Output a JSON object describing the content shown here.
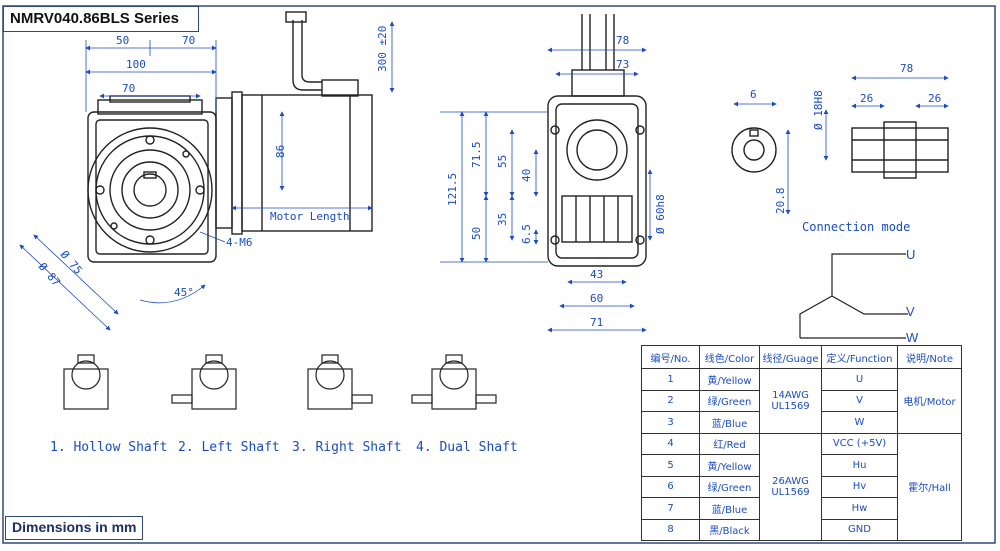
{
  "header": {
    "title": "NMRV040.86BLS Series"
  },
  "footer": {
    "note": "Dimensions in mm"
  },
  "front_view": {
    "dims": {
      "d50": "50",
      "d70_top": "70",
      "d100": "100",
      "d70_inner": "70",
      "d86": "86",
      "d300": "300 ±20",
      "motor_length": "Motor Length",
      "bolt": "4-M6",
      "d87": "Ø 87",
      "d75": "Ø 75",
      "ang45": "45°"
    }
  },
  "side_view": {
    "dims": {
      "d78": "78",
      "d73": "73",
      "d121": "121.5",
      "d71": "71.5",
      "d50": "50",
      "d55": "55",
      "d40": "40",
      "d35": "35",
      "d65": "6.5",
      "d60h8": "Ø 60h8",
      "d43": "43",
      "d60": "60",
      "d71b": "71"
    }
  },
  "hollow_shaft": {
    "dims": {
      "d6": "6",
      "d208": "20.8",
      "d18h8": "Ø 18H8",
      "d78": "78",
      "d26a": "26",
      "d26b": "26"
    },
    "connection_mode": "Connection mode"
  },
  "wiring": {
    "phases": [
      "U",
      "V",
      "W"
    ]
  },
  "shaft_options": [
    "1. Hollow Shaft",
    "2. Left Shaft",
    "3. Right Shaft",
    "4. Dual Shaft"
  ],
  "pinout_table": {
    "headers": [
      "编号/No.",
      "线色/Color",
      "线径/Guage",
      "定义/Function",
      "说明/Note"
    ],
    "rows": [
      {
        "no": "1",
        "color": "黄/Yellow",
        "function": "U"
      },
      {
        "no": "2",
        "color": "绿/Green",
        "function": "V"
      },
      {
        "no": "3",
        "color": "蓝/Blue",
        "function": "W"
      },
      {
        "no": "4",
        "color": "红/Red",
        "function": "VCC (+5V)"
      },
      {
        "no": "5",
        "color": "黄/Yellow",
        "function": "Hu"
      },
      {
        "no": "6",
        "color": "绿/Green",
        "function": "Hv"
      },
      {
        "no": "7",
        "color": "蓝/Blue",
        "function": "Hw"
      },
      {
        "no": "8",
        "color": "黑/Black",
        "function": "GND"
      }
    ],
    "gauge_power": "14AWG UL1569",
    "gauge_hall": "26AWG UL1569",
    "note_power": "电机/Motor",
    "note_hall": "霍尔/Hall"
  },
  "colors": {
    "line": "#222222",
    "dim": "#1a4cc4",
    "frame": "#2e4a7a"
  }
}
